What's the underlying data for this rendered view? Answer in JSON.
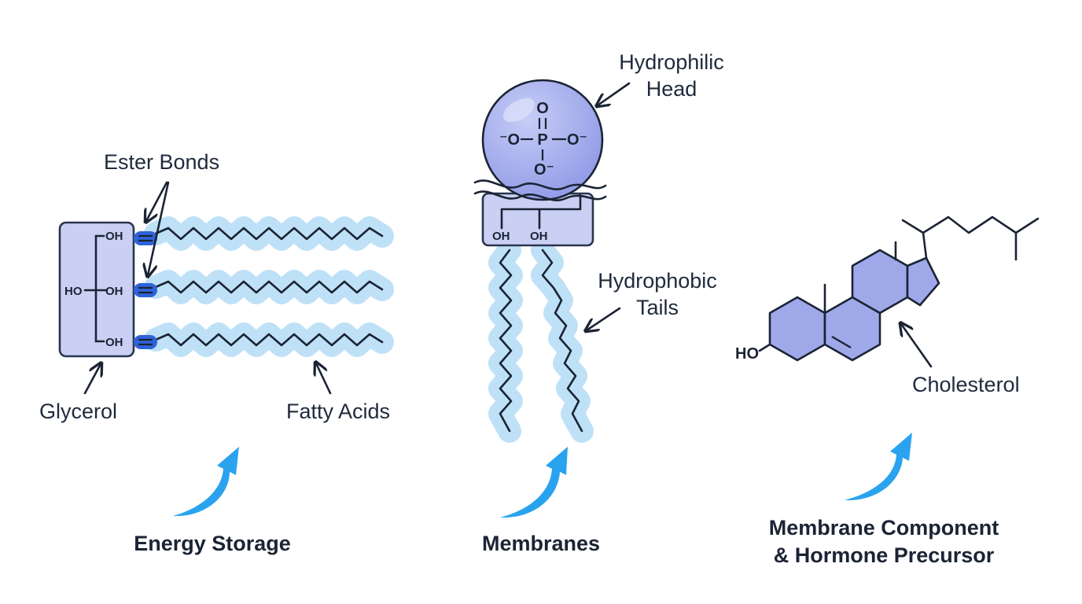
{
  "labels": {
    "ester_bonds": "Ester Bonds",
    "glycerol": "Glycerol",
    "fatty_acids": "Fatty Acids",
    "hydrophilic_1": "Hydrophilic",
    "hydrophilic_2": "Head",
    "hydrophobic_1": "Hydrophobic",
    "hydrophobic_2": "Tails",
    "cholesterol": "Cholesterol"
  },
  "chem": {
    "oh": "OH",
    "ho": "HO",
    "o": "O",
    "o_minus": "O⁻",
    "minus_o": "⁻O",
    "p": "P"
  },
  "captions": {
    "energy": "Energy Storage",
    "membranes": "Membranes",
    "membrane_component_1": "Membrane Component",
    "membrane_component_2": "& Hormone Precursor"
  },
  "colors": {
    "ink": "#1b2434",
    "lavender_fill": "#c9d0f3",
    "lavender_stroke": "#2a3550",
    "tail_glow": "#bfe1f7",
    "ester_blue": "#2f63d8",
    "ring_fill": "#9fa9ea",
    "sphere_fill": "#9aa4ea",
    "arrow_blue": "#2aa3ef"
  }
}
